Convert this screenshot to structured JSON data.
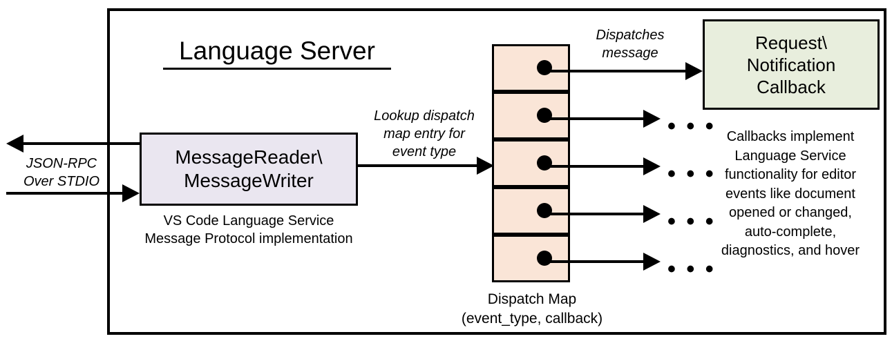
{
  "diagram": {
    "title": "Language Server",
    "boundary_name": "Language Server boundary",
    "message_reader": {
      "line1": "MessageReader\\",
      "line2": "MessageWriter",
      "caption_line1": "VS Code Language Service",
      "caption_line2": "Message Protocol implementation",
      "fill": "#EAE6F0"
    },
    "dispatch_map": {
      "caption_line1": "Dispatch Map",
      "caption_line2": "(event_type, callback)",
      "cell_count": 5,
      "fill": "#FAE5D7"
    },
    "callback": {
      "line1": "Request\\",
      "line2": "Notification",
      "line3": "Callback",
      "caption": "Callbacks implement Language Service functionality for editor events like document opened or changed, auto-complete, diagnostics, and hover",
      "caption_lines": [
        "Callbacks implement",
        "Language Service",
        "functionality for editor",
        "events like document",
        "opened or changed,",
        "auto-complete,",
        "diagnostics, and hover"
      ],
      "fill": "#E8EEDD"
    },
    "labels": {
      "jsonrpc_line1": "JSON-RPC",
      "jsonrpc_line2": "Over STDIO",
      "lookup_line1": "Lookup dispatch",
      "lookup_line2": "map entry for",
      "lookup_line3": "event type",
      "dispatches_line1": "Dispatches",
      "dispatches_line2": "message",
      "ellipsis": "• • •"
    },
    "colors": {
      "stroke": "#000000",
      "background": "#FFFFFF"
    }
  }
}
